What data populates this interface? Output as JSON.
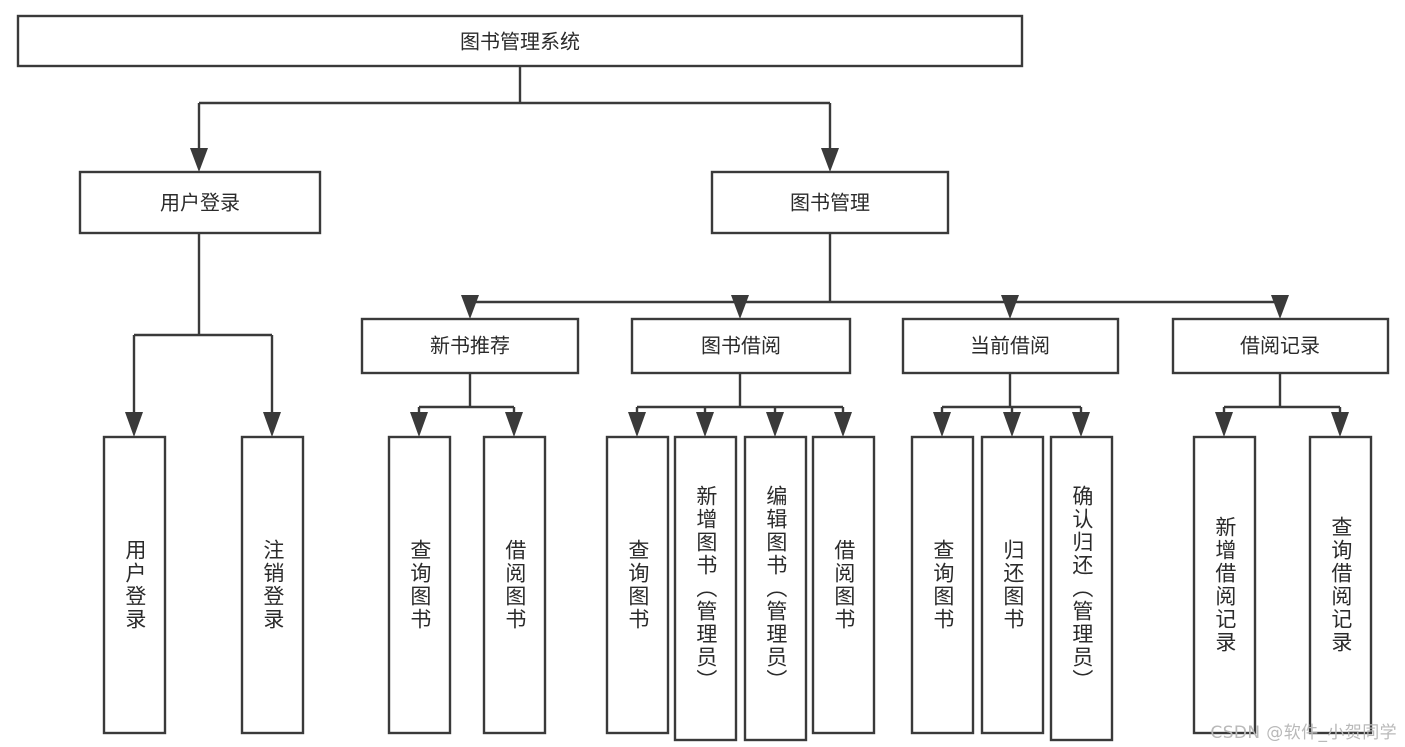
{
  "diagram": {
    "type": "tree-hierarchy",
    "title": "图书管理系统",
    "watermark": "CSDN @软件_小贺同学",
    "colors": {
      "stroke": "#3a3a3a",
      "fill": "#ffffff",
      "text": "#2b2b2b",
      "watermark": "#b9b9b9",
      "background": "#ffffff"
    },
    "root": {
      "label": "图书管理系统"
    },
    "level2": [
      {
        "label": "用户登录"
      },
      {
        "label": "图书管理"
      }
    ],
    "level3": [
      {
        "label": "新书推荐"
      },
      {
        "label": "图书借阅"
      },
      {
        "label": "当前借阅"
      },
      {
        "label": "借阅记录"
      }
    ],
    "leaves": {
      "user_login": [
        {
          "label": "用户登录"
        },
        {
          "label": "注销登录"
        }
      ],
      "new_book_recommend": [
        {
          "label": "查询图书"
        },
        {
          "label": "借阅图书"
        }
      ],
      "book_borrow": [
        {
          "label": "查询图书"
        },
        {
          "label": "新增图书（管理员）"
        },
        {
          "label": "编辑图书（管理员）"
        },
        {
          "label": "借阅图书"
        }
      ],
      "current_borrow": [
        {
          "label": "查询图书"
        },
        {
          "label": "归还图书"
        },
        {
          "label": "确认归还（管理员）"
        }
      ],
      "borrow_record": [
        {
          "label": "新增借阅记录"
        },
        {
          "label": "查询借阅记录"
        }
      ]
    }
  }
}
